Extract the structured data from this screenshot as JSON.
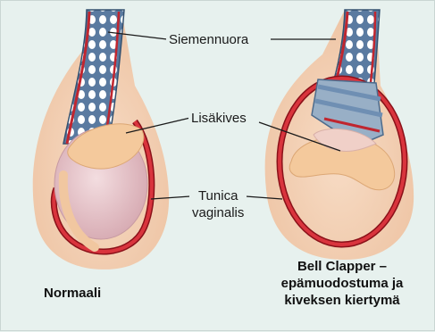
{
  "labels": {
    "spermatic_cord": "Siemennuora",
    "epididymis": "Lisäkives",
    "tunica_line1": "Tunica",
    "tunica_line2": "vaginalis"
  },
  "captions": {
    "normal": "Normaali",
    "bell_line1": "Bell Clapper –",
    "bell_line2": "epämuodostuma ja",
    "bell_line3": "kiveksen kiertymä"
  },
  "colors": {
    "background": "#e7f1ee",
    "skin": "#f3d3b8",
    "cord_blue": "#6f8fb3",
    "vessel_red": "#c0262f",
    "testis": "#e8c3c9",
    "epididymis": "#f4c99c",
    "twist_band": "#98afc6"
  }
}
